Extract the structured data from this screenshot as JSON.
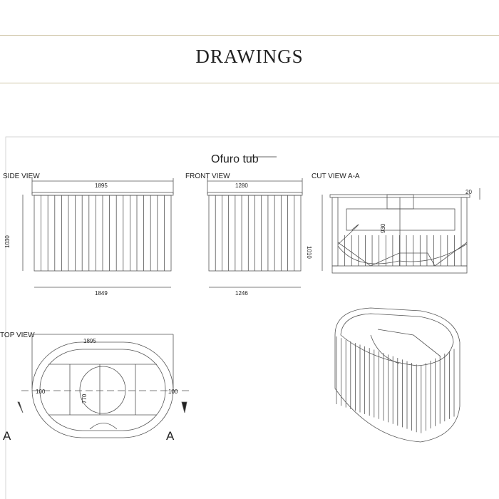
{
  "header": {
    "title": "DRAWINGS"
  },
  "drawing": {
    "title": "Ofuro tub",
    "side_view": {
      "label": "SIDE VIEW",
      "top_width": "1895",
      "bottom_width": "1849",
      "height": "1030"
    },
    "front_view": {
      "label": "FRONT VIEW",
      "top_width": "1280",
      "bottom_width": "1246",
      "height": "1010"
    },
    "cut_view": {
      "label": "CUT VIEW A-A",
      "rim": "20",
      "depth": "930"
    },
    "top_view": {
      "label": "TOP VIEW",
      "width": "1895",
      "left_wall": "100",
      "right_wall": "100",
      "inner": "770",
      "section_left": "A",
      "section_right": "A"
    }
  },
  "colors": {
    "rule": "#cfc6a8",
    "line": "#555555"
  }
}
